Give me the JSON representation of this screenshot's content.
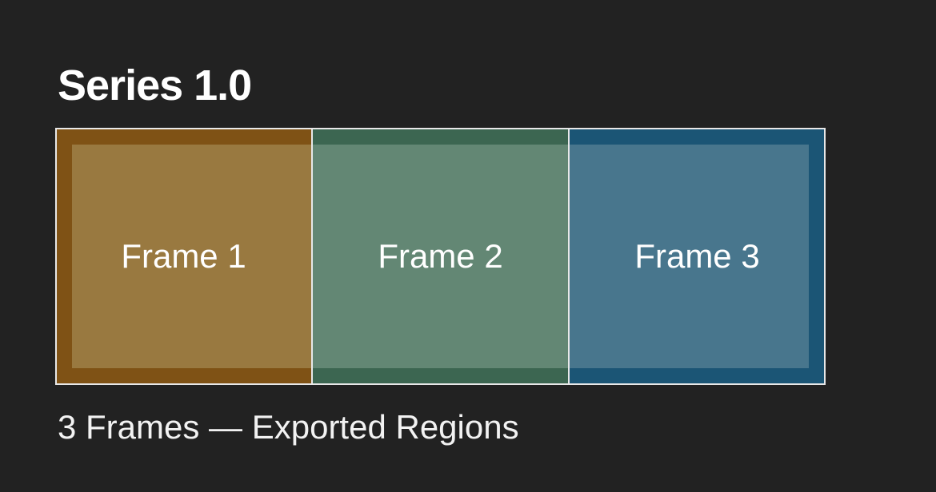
{
  "title": "Series 1.0",
  "frames": [
    {
      "label": "Frame 1",
      "border_color": "#7f5215",
      "fill_color": "#997940"
    },
    {
      "label": "Frame 2",
      "border_color": "#3c6651",
      "fill_color": "#638774"
    },
    {
      "label": "Frame 3",
      "border_color": "#1b5575",
      "fill_color": "#48768d"
    }
  ],
  "caption": "3 Frames — Exported Regions",
  "colors": {
    "background": "#222222",
    "outline": "#e8e8e8",
    "text": "#ffffff"
  }
}
